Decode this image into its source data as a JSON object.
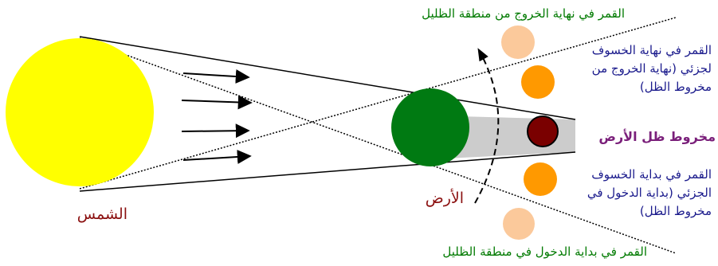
{
  "labels": {
    "sun": "الشمس",
    "earth": "الأرض",
    "umbra_cone": "مخروط ظل الأرض",
    "moon_exit_penumbra": "القمر في نهاية الخروج من منطقة الظليل",
    "moon_enter_penumbra": "القمر في بداية الدخول في منطقة الظليل",
    "moon_partial_end": [
      "القمر في نهاية الخسوف",
      "لجزئي (نهاية الخروج من",
      "مخروط الظل)"
    ],
    "moon_partial_start": [
      "القمر في بداية  الخسوف",
      "الجزئي (بداية الدخول في",
      "مخروط الظل)"
    ]
  },
  "colors": {
    "sun": "#ffff00",
    "earth": "#007a12",
    "umbra": "#cccccc",
    "moon_umbra": "#7a0000",
    "moon_partial": "#ff9900",
    "moon_penumbra": "#fbc99b",
    "green_text": "#007a00",
    "navy_text": "#1a1a8c",
    "red_text": "#8b1010",
    "purple_text": "#7a1f7a"
  }
}
